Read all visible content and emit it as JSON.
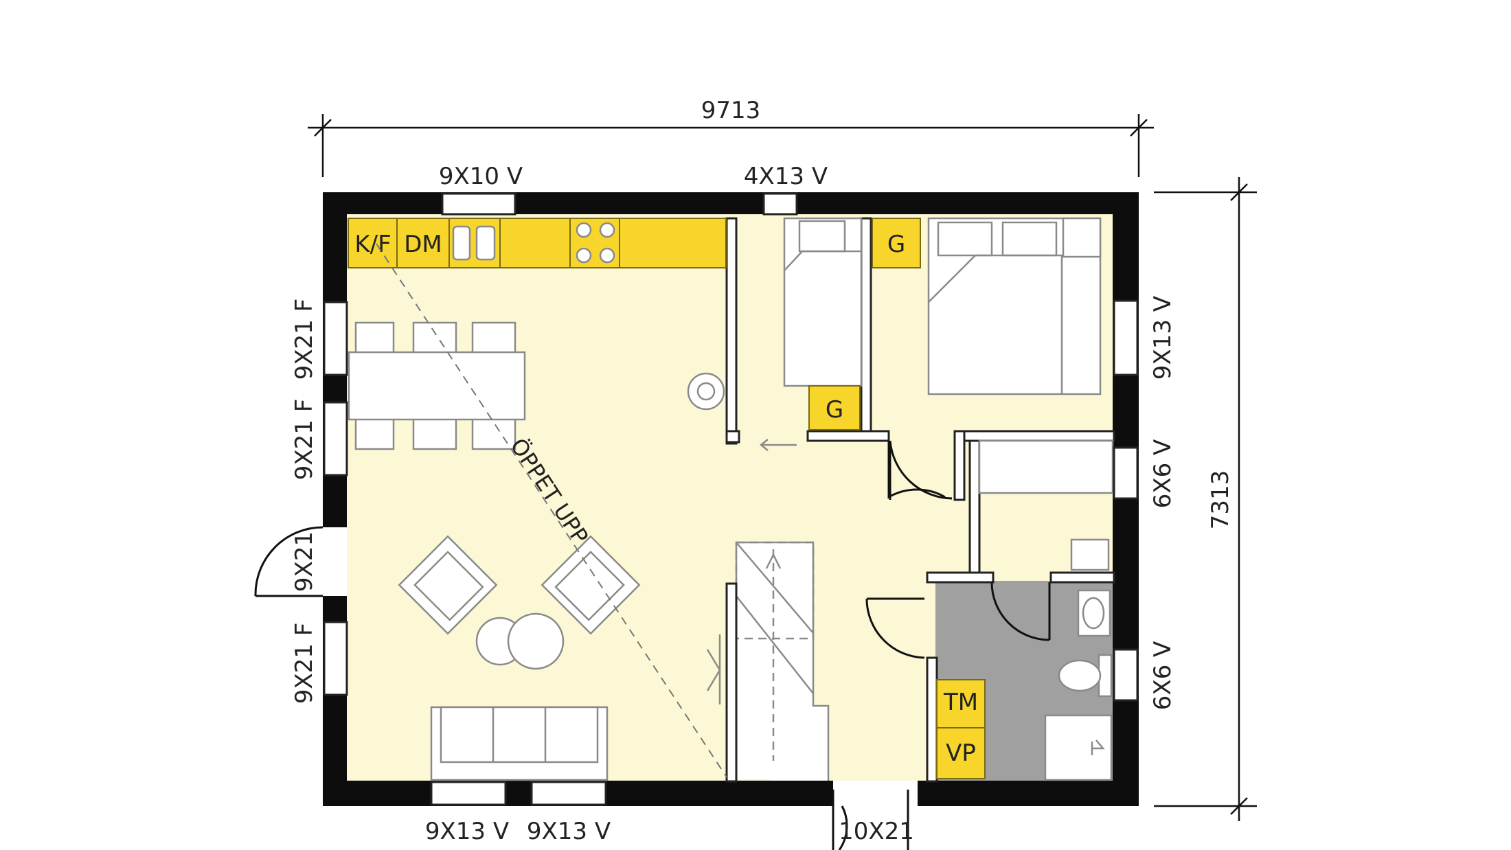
{
  "dimensions": {
    "width": "9713",
    "height": "7313"
  },
  "windows": {
    "top_left": "9X10 V",
    "top_middle": "4X13 V",
    "left_1": "9X21 F",
    "left_2": "9X21 F",
    "left_door": "9X21",
    "left_3": "9X21 F",
    "right_1": "9X13 V",
    "right_2": "6X6 V",
    "right_3": "6X6 V",
    "bottom_1": "9X13 V",
    "bottom_2": "9X13 V",
    "entrance_door": "10X21"
  },
  "kitchen": {
    "fridge_freezer": "K/F",
    "dishwasher": "DM"
  },
  "wardrobes": {
    "bedroom_large": "G",
    "bedroom_small": "G"
  },
  "laundry": {
    "washer": "TM",
    "water_heater": "VP"
  },
  "annotations": {
    "open_to_above": "ÖPPET UPP"
  },
  "colors": {
    "floor": "#fcf8d6",
    "wall": "#0d0d0d",
    "cabinet": "#f7d52b",
    "wet_room": "#a0a0a0"
  }
}
